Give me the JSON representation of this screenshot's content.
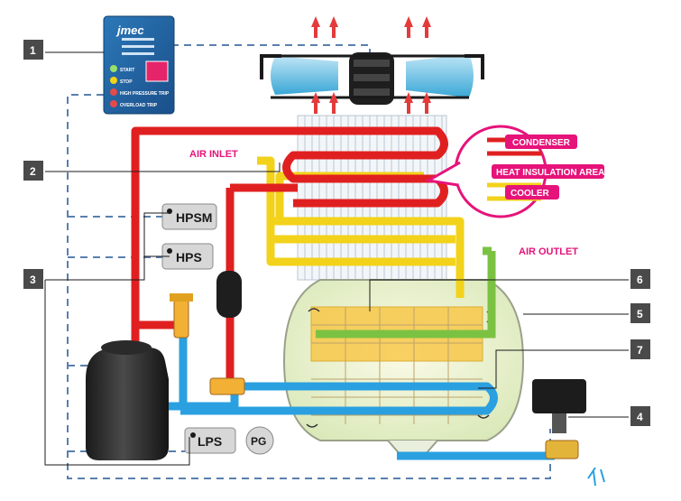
{
  "panel": {
    "brand": "jmec",
    "indicators": [
      "",
      "",
      ""
    ],
    "buttons": [
      "START",
      "STOP",
      "HIGH PRESSURE TRIP",
      "OVERLOAD TRIP"
    ]
  },
  "callouts": [
    "1",
    "2",
    "3",
    "4",
    "5",
    "6",
    "7"
  ],
  "labels": {
    "air_inlet": "AIR INLET",
    "air_outlet": "AIR OUTLET",
    "condenser": "CONDENSER",
    "heat_insulation": "HEAT INSULATION AREA",
    "cooler": "COOLER"
  },
  "components": {
    "hpsm": "HPSM",
    "hps": "HPS",
    "lps": "LPS",
    "pg": "PG"
  },
  "colors": {
    "refrigerant_hot": "#e02020",
    "refrigerant_cold": "#2aa0e0",
    "air_warm": "#f2d21a",
    "air_dry": "#7cc242",
    "control_line": "#5a7fae",
    "label_magenta": "#e6137a"
  }
}
